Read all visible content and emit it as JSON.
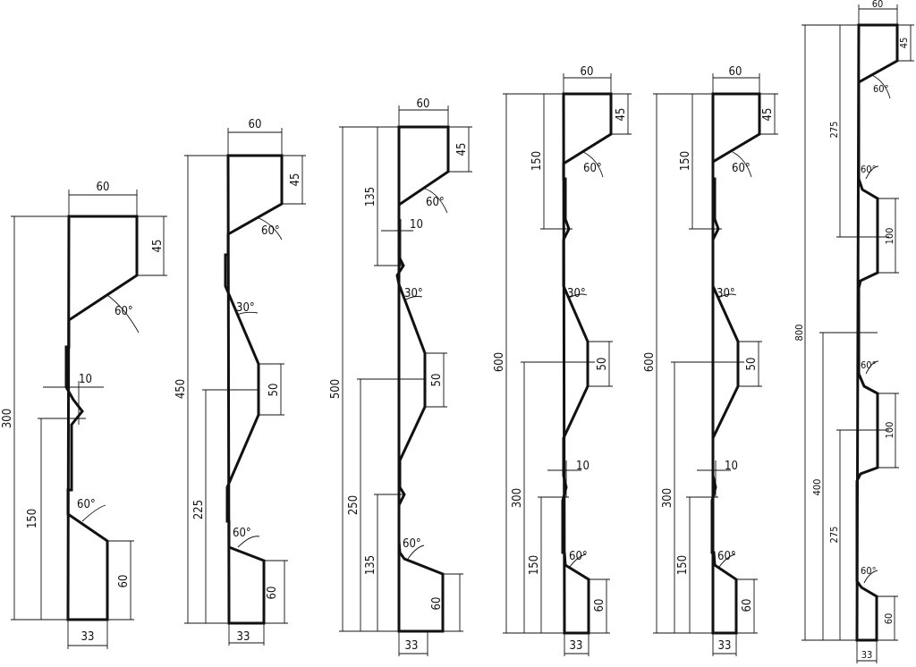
{
  "profiles": [
    {
      "id": "p300",
      "height_label": "300",
      "top_width_label": "60",
      "top_depth_label": "45",
      "top_angle_label": "60°",
      "notch_label": "10",
      "mid_label": "150",
      "bottom_angle_label": "60°",
      "bottom_depth_label": "60",
      "bottom_width_label": "33"
    },
    {
      "id": "p450",
      "height_label": "450",
      "top_width_label": "60",
      "top_depth_label": "45",
      "top_angle_label": "60°",
      "slope_angle_label": "30°",
      "ridge_label": "50",
      "mid_label": "225",
      "bottom_angle_label": "60°",
      "bottom_depth_label": "60",
      "bottom_width_label": "33"
    },
    {
      "id": "p500",
      "height_label": "500",
      "top_width_label": "60",
      "top_depth_label": "45",
      "top_angle_label": "60°",
      "upper_label": "135",
      "notch_label": "10",
      "slope_angle_label": "30°",
      "ridge_label": "50",
      "mid_label": "250",
      "lower_label": "135",
      "bottom_angle_label": "60°",
      "bottom_depth_label": "60",
      "bottom_width_label": "33"
    },
    {
      "id": "p600a",
      "height_label": "600",
      "top_width_label": "60",
      "top_depth_label": "45",
      "top_angle_label": "60°",
      "upper_label": "150",
      "slope_angle_label": "30°",
      "ridge_label": "50",
      "notch_label": "10",
      "mid_label": "300",
      "lower_label": "150",
      "bottom_angle_label": "60°",
      "bottom_depth_label": "60",
      "bottom_width_label": "33"
    },
    {
      "id": "p600b",
      "height_label": "600",
      "top_width_label": "60",
      "top_depth_label": "45",
      "top_angle_label": "60°",
      "upper_label": "150",
      "slope_angle_label": "30°",
      "ridge_label": "50",
      "notch_label": "10",
      "mid_label": "300",
      "lower_label": "150",
      "bottom_angle_label": "60°",
      "bottom_depth_label": "60",
      "bottom_width_label": "33"
    },
    {
      "id": "p800",
      "height_label": "800",
      "top_width_label": "60",
      "top_depth_label": "45",
      "top_angle_label": "60°",
      "upper_label": "275",
      "angle2_label": "60°",
      "ridge1_label": "100",
      "angle3_label": "60°",
      "ridge2_label": "100",
      "mid_label": "400",
      "lower_label": "275",
      "bottom_angle_label": "60°",
      "bottom_depth_label": "60",
      "bottom_width_label": "33"
    }
  ]
}
